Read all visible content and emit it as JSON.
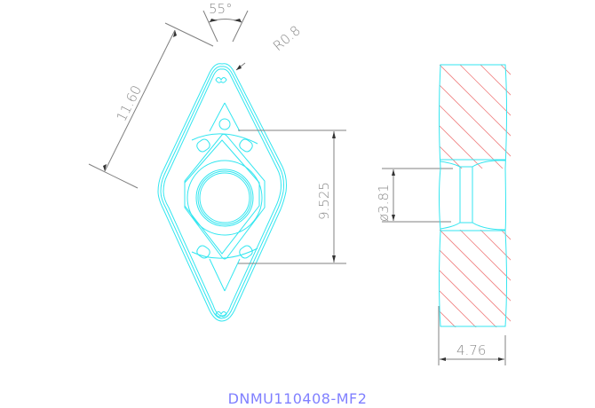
{
  "drawing": {
    "part_number": "DNMU110408-MF2",
    "colors": {
      "outline": "#33e6f0",
      "dimension": "#808080",
      "hatch": "#f08080",
      "title": "#8080ff"
    },
    "dimensions": {
      "angle": "55°",
      "corner_radius": "R0.8",
      "edge_length": "11.60",
      "inscribed_circle": "9.525",
      "hole_diameter": "ø3.81",
      "thickness": "4.76"
    }
  }
}
